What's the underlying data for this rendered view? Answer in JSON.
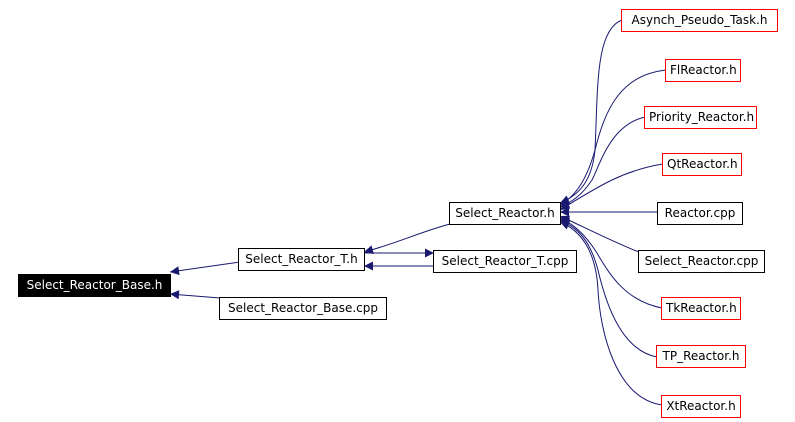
{
  "colors": {
    "edge": "#191970",
    "root_fill": "#000000",
    "root_text": "#ffffff",
    "box_border": "#000000",
    "unresolved_border": "#ff0000"
  },
  "nodes": {
    "root": "Select_Reactor_Base.h",
    "base_cpp": "Select_Reactor_Base.cpp",
    "select_reactor_t_h": "Select_Reactor_T.h",
    "select_reactor_t_cpp": "Select_Reactor_T.cpp",
    "select_reactor_h": "Select_Reactor.h",
    "asynch": "Asynch_Pseudo_Task.h",
    "fl": "FlReactor.h",
    "priority": "Priority_Reactor.h",
    "qt": "QtReactor.h",
    "reactor_cpp": "Reactor.cpp",
    "select_reactor_cpp": "Select_Reactor.cpp",
    "tk": "TkReactor.h",
    "tp": "TP_Reactor.h",
    "xt": "XtReactor.h"
  }
}
